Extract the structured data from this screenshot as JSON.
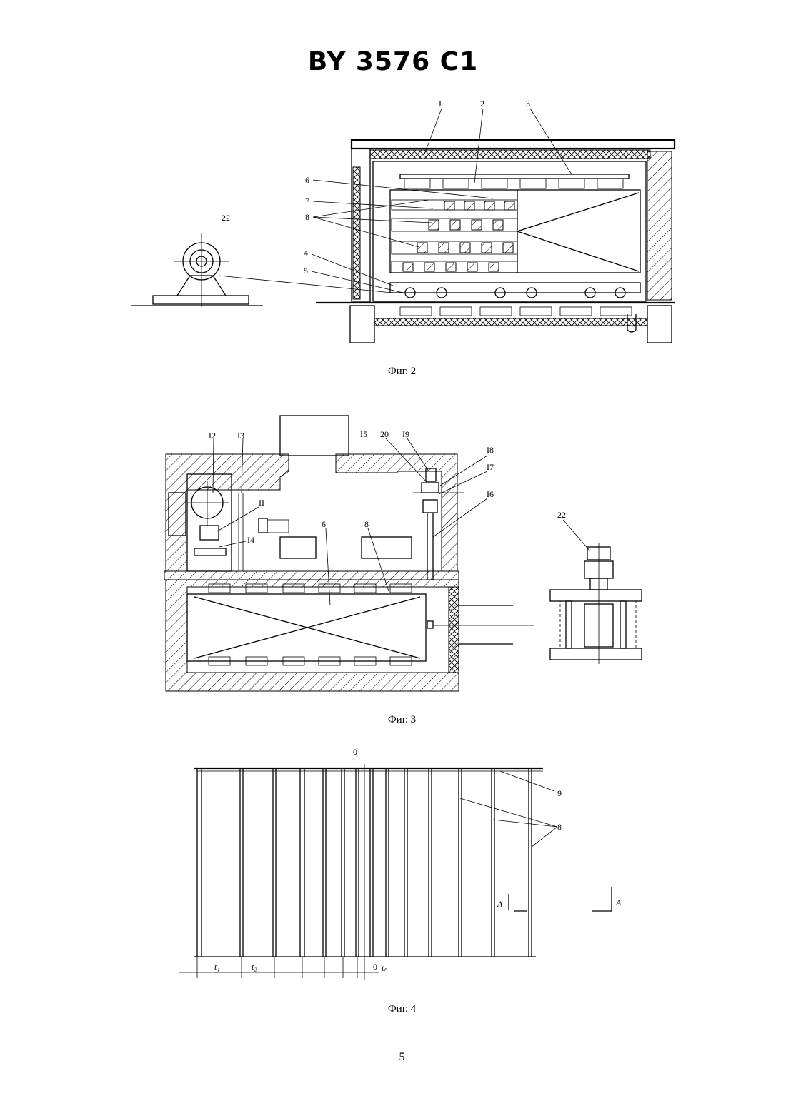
{
  "header": {
    "title": "BY 3576 C1"
  },
  "figures": [
    {
      "caption": "Фиг. 2",
      "labels": [
        "I",
        "2",
        "3",
        "6",
        "7",
        "8",
        "4",
        "5",
        "22"
      ]
    },
    {
      "caption": "Фиг. 3",
      "labels": [
        "I2",
        "I3",
        "II",
        "I4",
        "6",
        "8",
        "I5",
        "20",
        "I9",
        "I8",
        "I7",
        "I6",
        "22"
      ]
    },
    {
      "caption": "Фиг. 4",
      "labels": [
        "0",
        "9",
        "8",
        "A",
        "A",
        "t₁",
        "t₂",
        "0",
        "tₙ"
      ]
    }
  ],
  "footer": {
    "page_number": "5"
  }
}
